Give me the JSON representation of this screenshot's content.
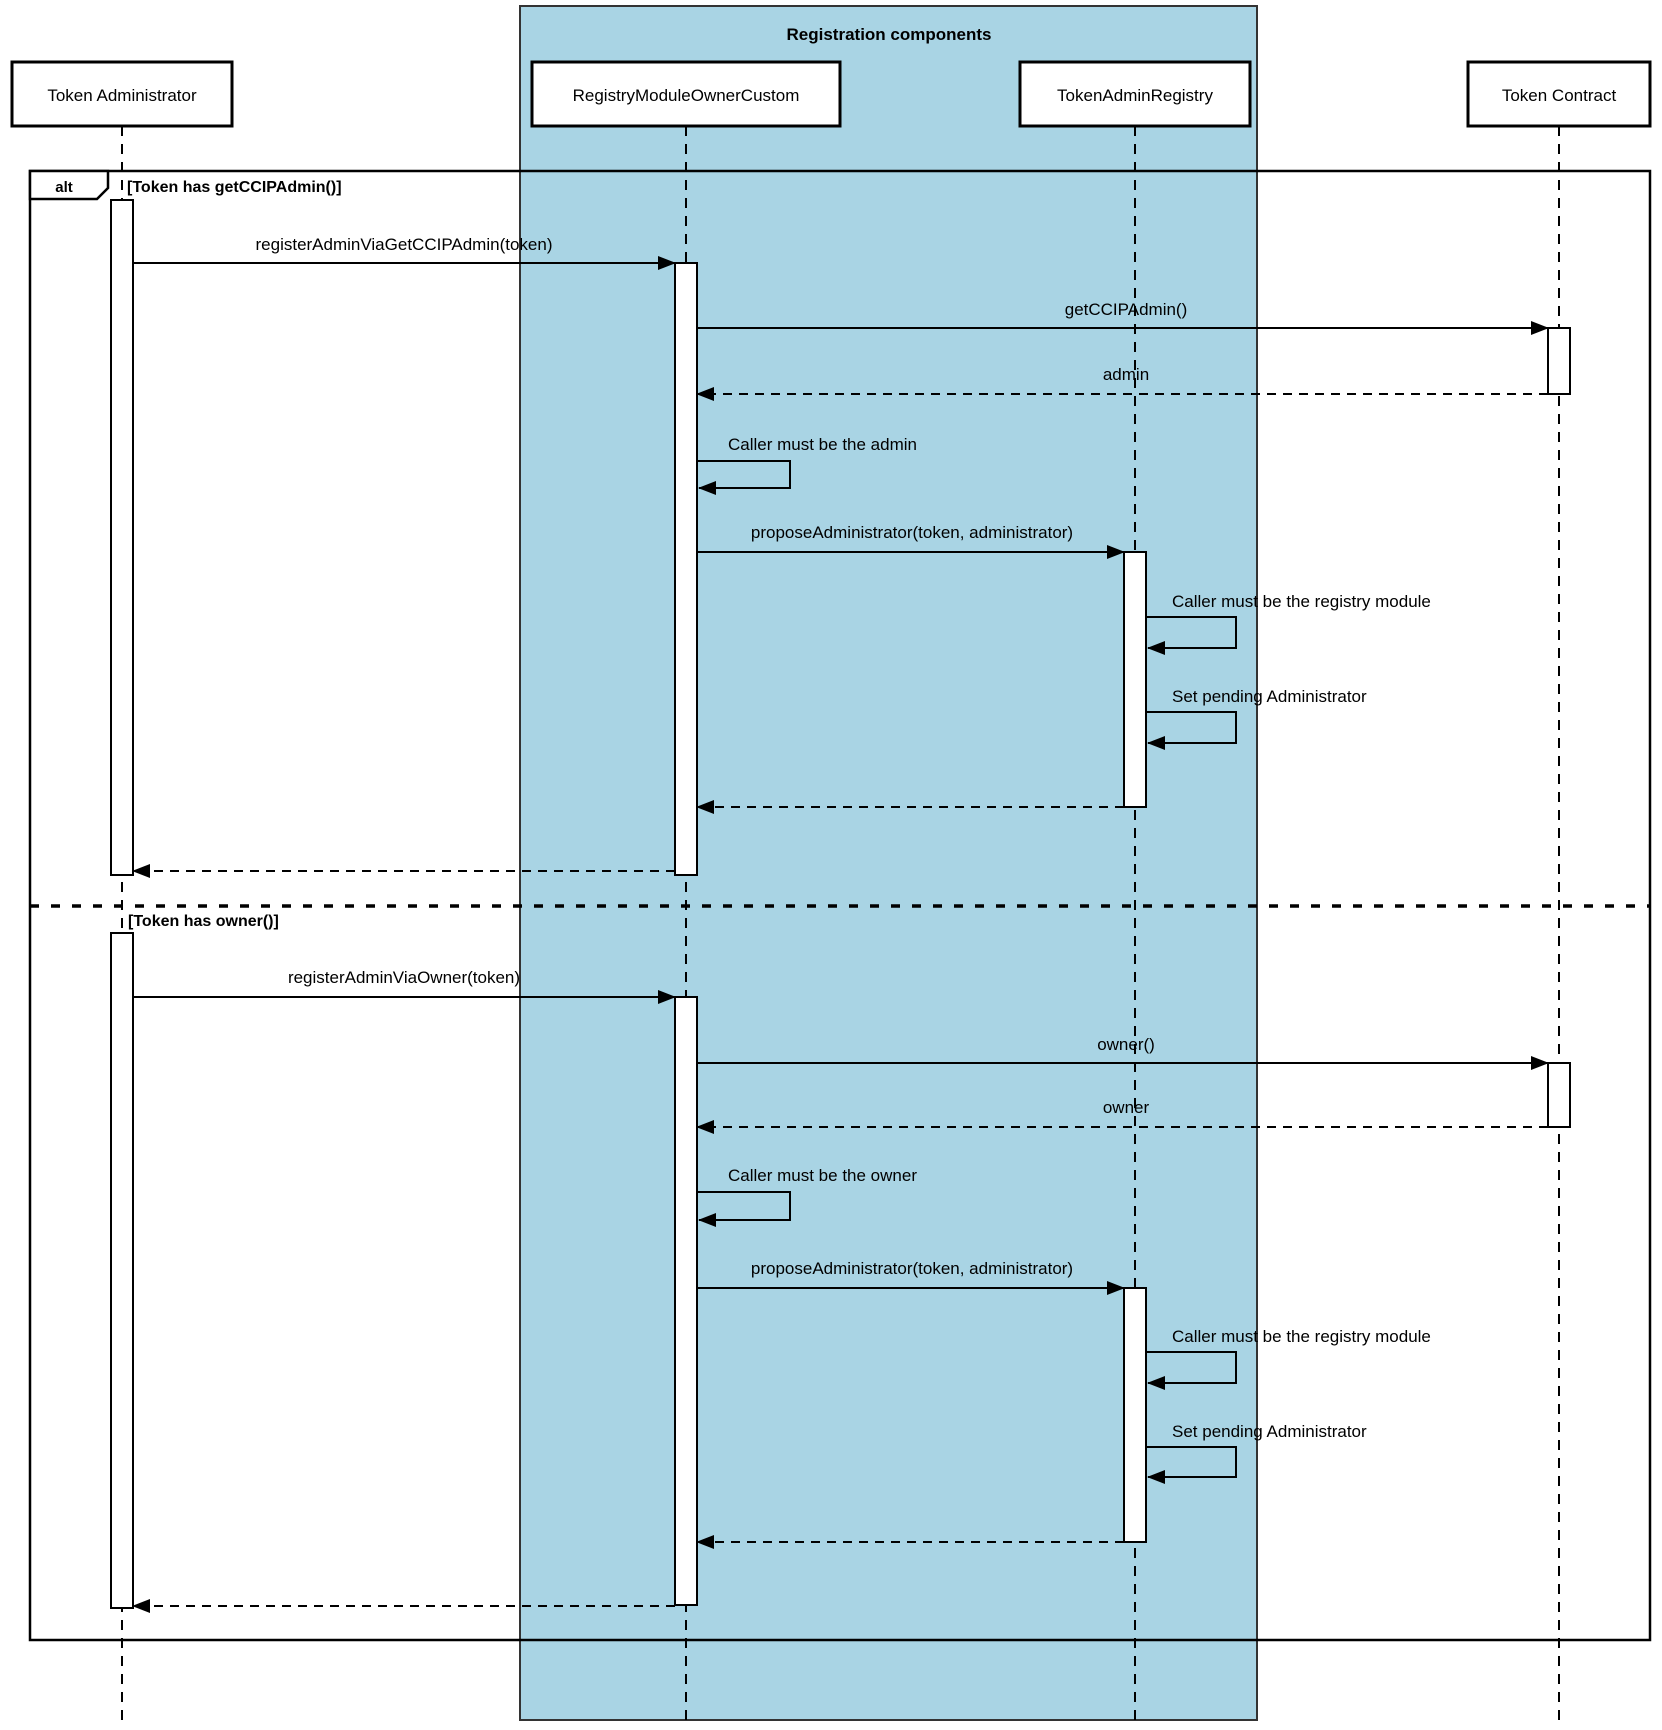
{
  "diagram_title": "Registration components",
  "participants": [
    {
      "label": "Token Administrator"
    },
    {
      "label": "RegistryModuleOwnerCustom"
    },
    {
      "label": "TokenAdminRegistry"
    },
    {
      "label": "Token Contract"
    }
  ],
  "alt_frame": {
    "operator": "alt",
    "sections": [
      {
        "guard": "[Token has getCCIPAdmin()]",
        "messages": {
          "register": "registerAdminViaGetCCIPAdmin(token)",
          "query_call": "getCCIPAdmin()",
          "query_return": "admin",
          "check_caller": "Caller must be the admin",
          "propose": "proposeAdministrator(token, administrator)",
          "check_registry": "Caller must be the registry module",
          "set_pending": "Set pending Administrator"
        }
      },
      {
        "guard": "[Token has owner()]",
        "messages": {
          "register": "registerAdminViaOwner(token)",
          "query_call": "owner()",
          "query_return": "owner",
          "check_caller": "Caller must be the owner",
          "propose": "proposeAdministrator(token, administrator)",
          "check_registry": "Caller must be the registry module",
          "set_pending": "Set pending Administrator"
        }
      }
    ]
  },
  "colors": {
    "highlight_fill": "#a9d4e4",
    "highlight_stroke": "#333333",
    "line_color": "#000000",
    "box_fill": "#ffffff"
  }
}
